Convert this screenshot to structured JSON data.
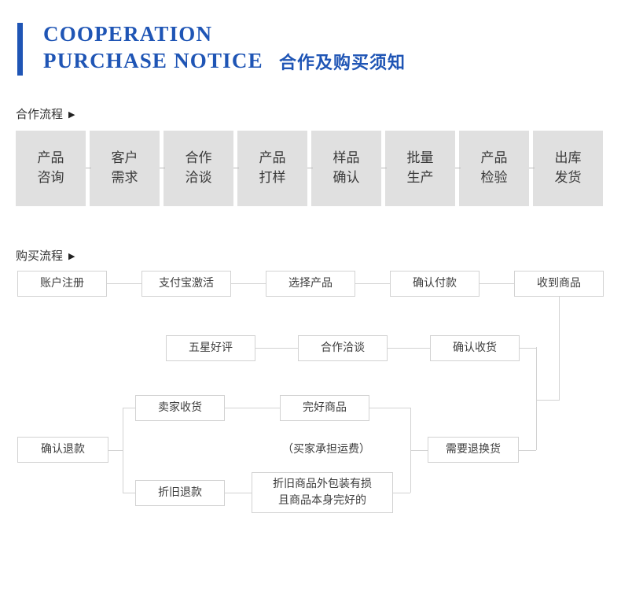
{
  "header": {
    "title_en_line1": "COOPERATION",
    "title_en_line2": "PURCHASE NOTICE",
    "title_cn": "合作及购买须知",
    "accent_color": "#1f55b5"
  },
  "sections": {
    "cooperation": {
      "heading": "合作流程",
      "marker": "▶",
      "box_color": "#e0e0e0",
      "steps": [
        {
          "line1": "产品",
          "line2": "咨询"
        },
        {
          "line1": "客户",
          "line2": "需求"
        },
        {
          "line1": "合作",
          "line2": "洽谈"
        },
        {
          "line1": "产品",
          "line2": "打样"
        },
        {
          "line1": "样品",
          "line2": "确认"
        },
        {
          "line1": "批量",
          "line2": "生产"
        },
        {
          "line1": "产品",
          "line2": "检验"
        },
        {
          "line1": "出库",
          "line2": "发货"
        }
      ]
    },
    "purchase": {
      "heading": "购买流程",
      "marker": "▶",
      "border_color": "#d2d2d2",
      "nodes": [
        {
          "id": "account-register",
          "label": "账户注册"
        },
        {
          "id": "alipay-activate",
          "label": "支付宝激活"
        },
        {
          "id": "select-product",
          "label": "选择产品"
        },
        {
          "id": "confirm-payment",
          "label": "确认付款"
        },
        {
          "id": "receive-goods",
          "label": "收到商品"
        },
        {
          "id": "five-star-review",
          "label": "五星好评"
        },
        {
          "id": "cooperation-talk",
          "label": "合作洽谈"
        },
        {
          "id": "confirm-receipt",
          "label": "确认收货"
        },
        {
          "id": "seller-receive",
          "label": "卖家收货"
        },
        {
          "id": "intact-goods",
          "label": "完好商品"
        },
        {
          "id": "need-return",
          "label": "需要退换货"
        },
        {
          "id": "confirm-refund",
          "label": "确认退款"
        },
        {
          "id": "buyer-pays-freight",
          "label": "（买家承担运费）"
        },
        {
          "id": "depreciation-refund",
          "label": "折旧退款"
        },
        {
          "id": "damaged-package",
          "line1": "折旧商品外包装有损",
          "line2": "且商品本身完好的"
        }
      ]
    }
  }
}
